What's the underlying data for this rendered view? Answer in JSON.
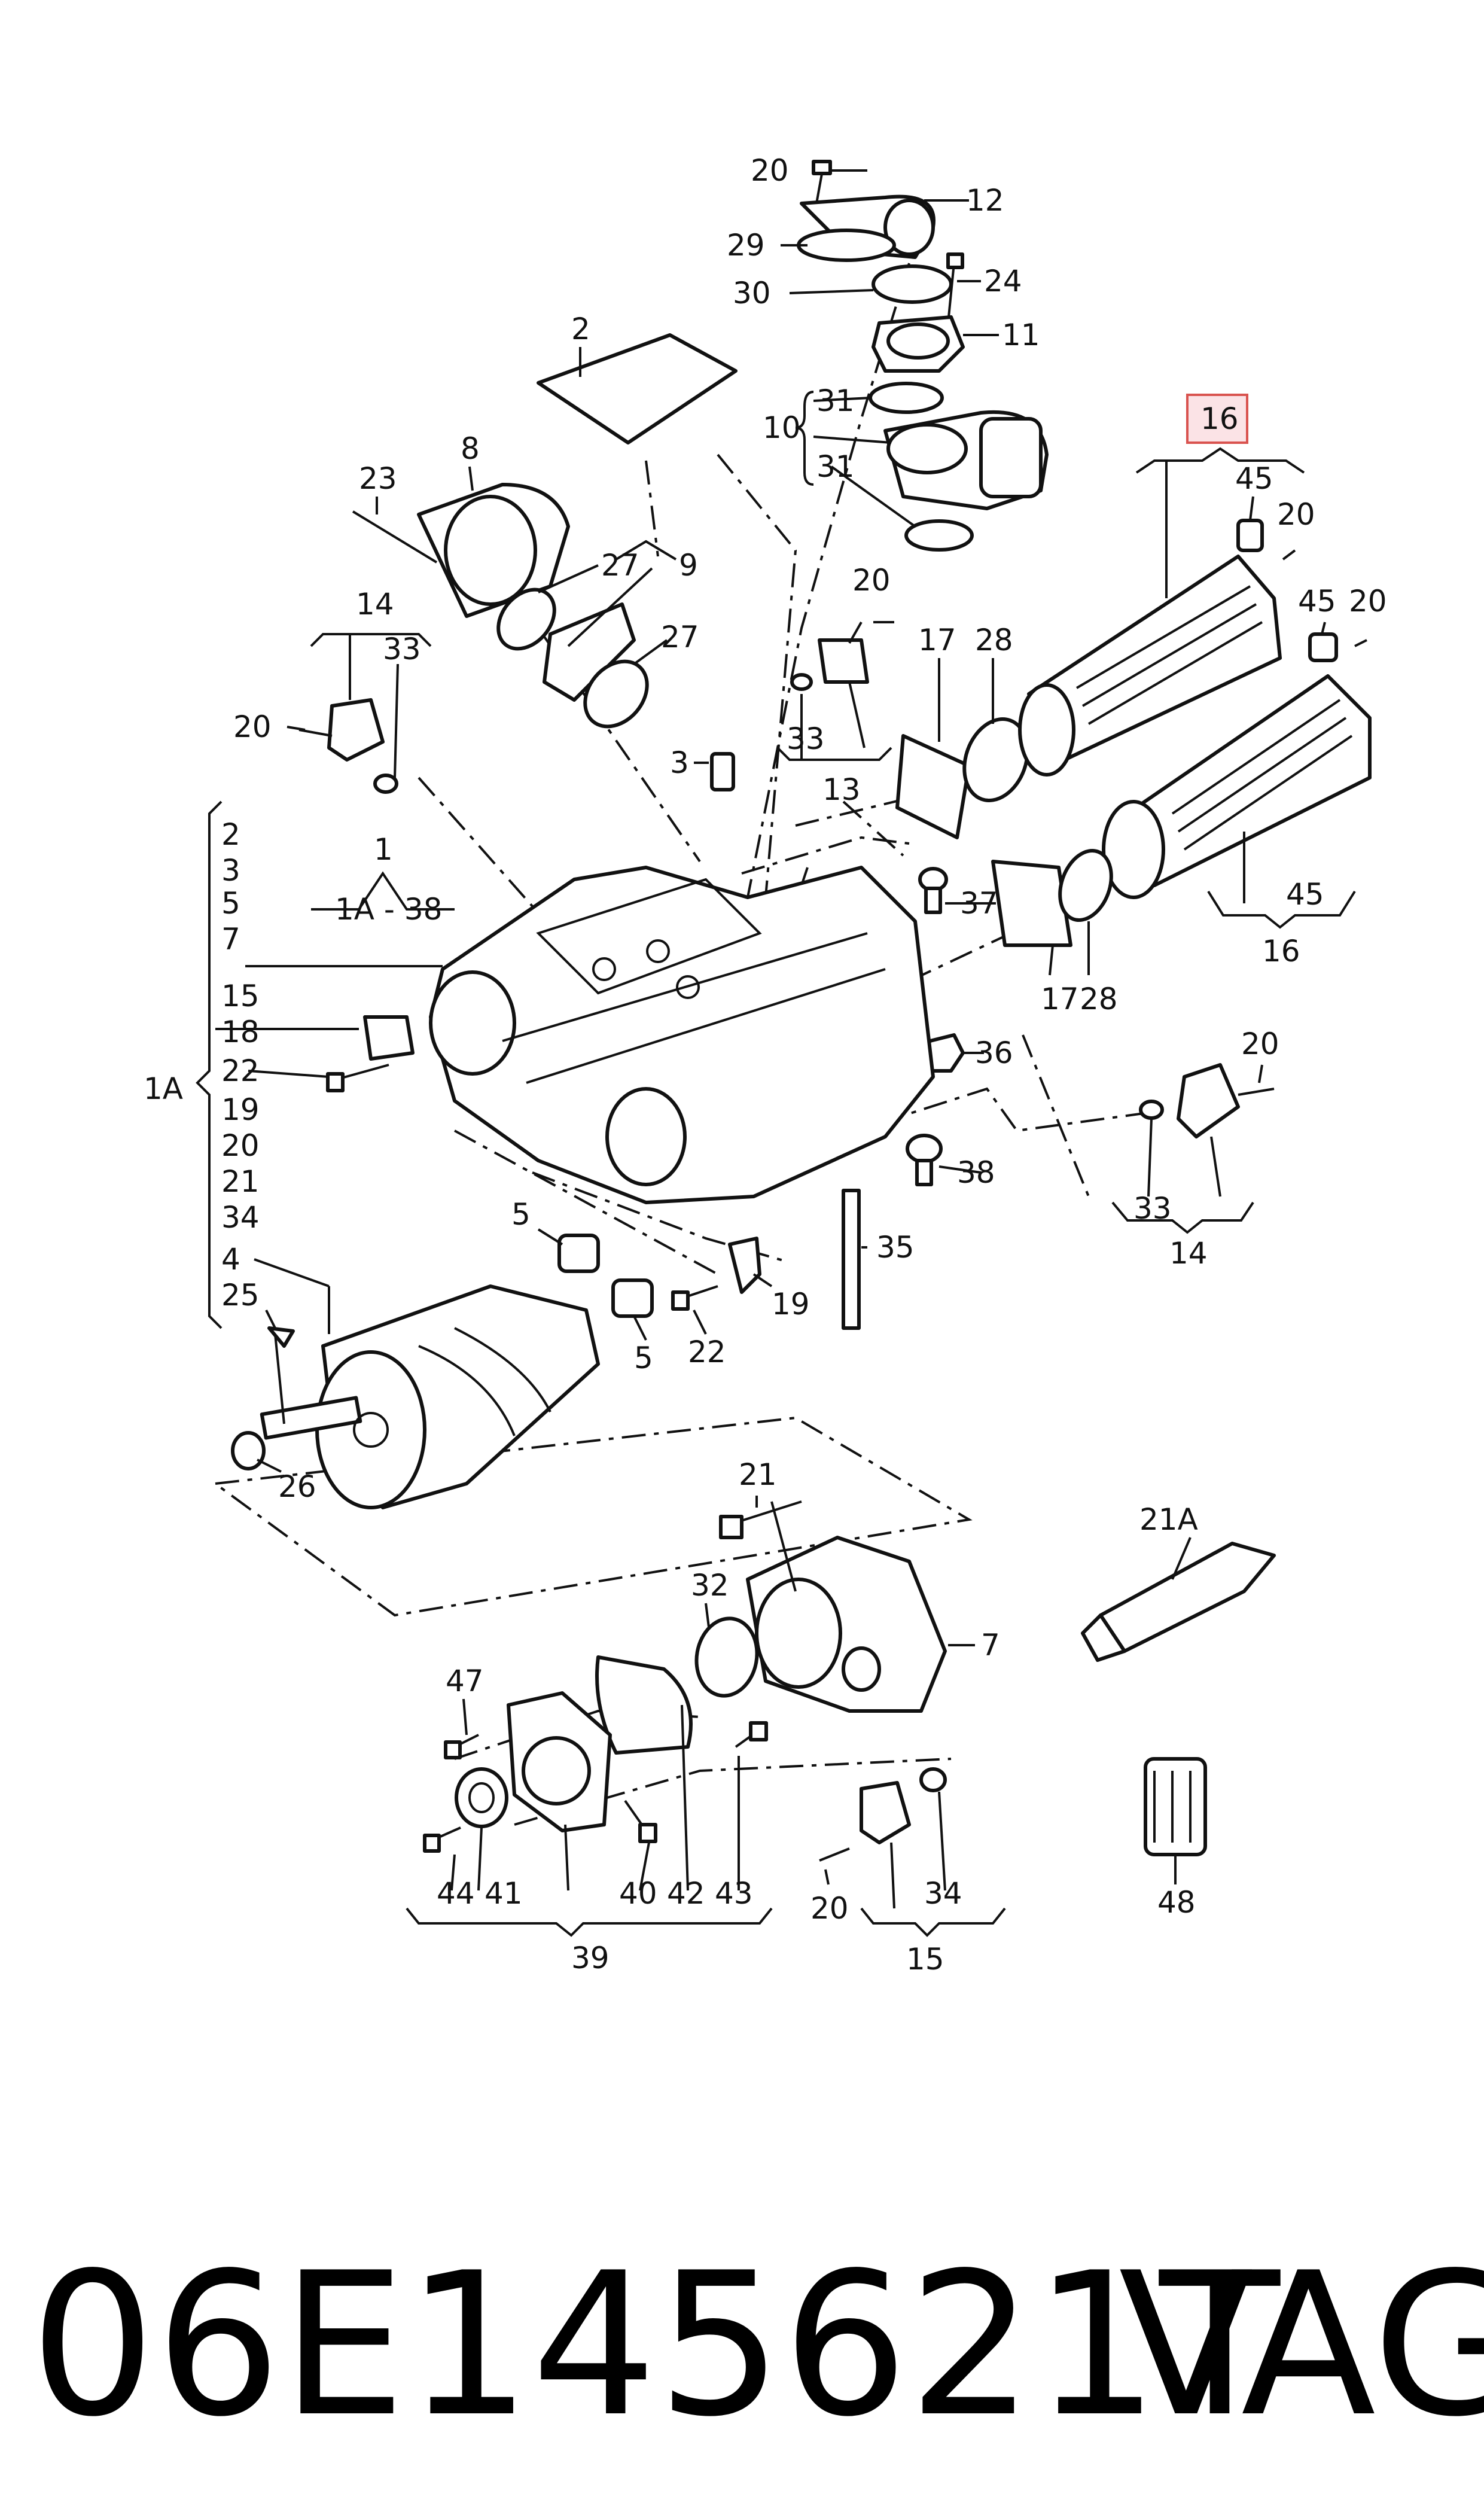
{
  "labels": {
    "l12": "12",
    "l20a": "20",
    "l29": "29",
    "l30": "30",
    "l24": "24",
    "l11": "11",
    "l10": "10",
    "l31a": "31",
    "l31b": "31",
    "l2": "2",
    "l23": "23",
    "l8": "8",
    "l27a": "27",
    "l9": "9",
    "l27b": "27",
    "l14a": "14",
    "l33a": "33",
    "l20b": "20",
    "l1": "1",
    "l1a38": "1A - 38",
    "l20c": "20",
    "l33b": "33",
    "l13": "13",
    "l3": "3",
    "l17a": "17",
    "l28a": "28",
    "l16top": "16",
    "l45a": "45",
    "l20d": "20",
    "l45b": "45",
    "l20e": "20",
    "l37": "37",
    "l17b": "17",
    "l28b": "28",
    "l45c": "45",
    "l16bot": "16",
    "l36": "36",
    "l20f": "20",
    "l38": "38",
    "l33c": "33",
    "l14b": "14",
    "l35": "35",
    "l5a": "5",
    "l19b": "19",
    "l22b": "22",
    "l5b": "5",
    "l26": "26",
    "l1A": "1A",
    "l21": "21",
    "l21A": "21A",
    "l32": "32",
    "l7": "7",
    "l47": "47",
    "l44": "44",
    "l41": "41",
    "l40": "40",
    "l42": "42",
    "l43": "43",
    "l39": "39",
    "l20g": "20",
    "l34": "34",
    "l15": "15",
    "l48": "48"
  },
  "group_1A": [
    "2",
    "3",
    "5",
    "7",
    "15",
    "18",
    "22",
    "19",
    "20",
    "21",
    "34",
    "4",
    "25"
  ],
  "highlighted_part": "16",
  "footer": {
    "part_number": "06E145621T",
    "brand": "VAG"
  }
}
